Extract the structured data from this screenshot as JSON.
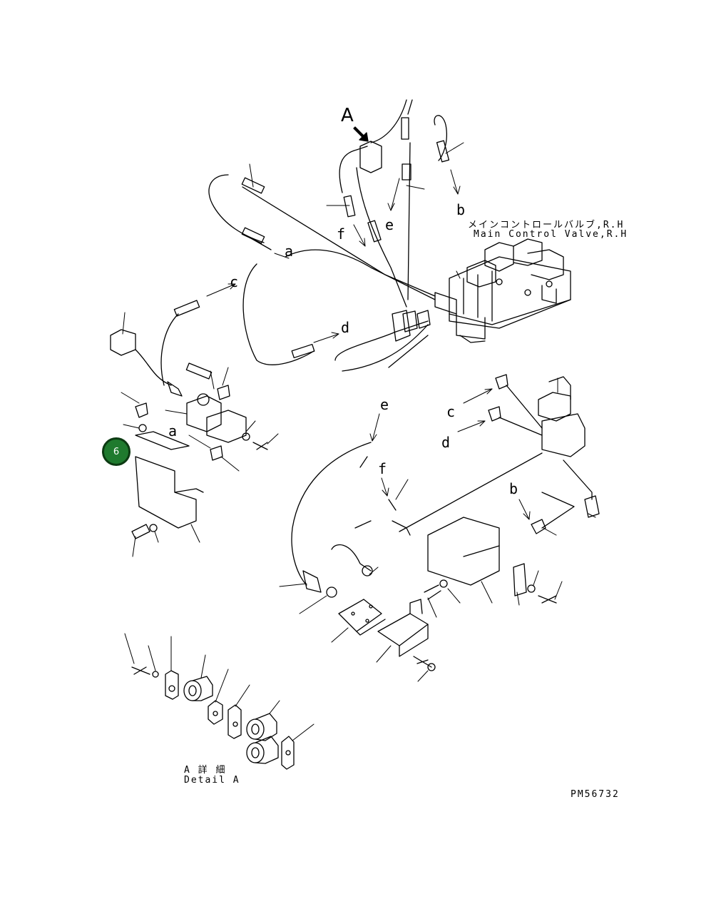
{
  "view_label": "A",
  "connection_labels": {
    "a1": "a",
    "b1": "b",
    "c1": "c",
    "d1": "d",
    "e1": "e",
    "f1": "f",
    "a2": "a",
    "b2": "b",
    "c2": "c",
    "d2": "d",
    "e2": "e",
    "f2": "f"
  },
  "valve_name_jp": "メインコントロールバルブ,R.H",
  "valve_name_en": "Main Control Valve,R.H",
  "detail_jp": "A 詳 細",
  "detail_en": "Detail A",
  "drawing_number": "PM56732",
  "callout_badge": "6",
  "colors": {
    "badge_fill": "#1f7a2e",
    "line": "#000000",
    "background": "#ffffff"
  }
}
